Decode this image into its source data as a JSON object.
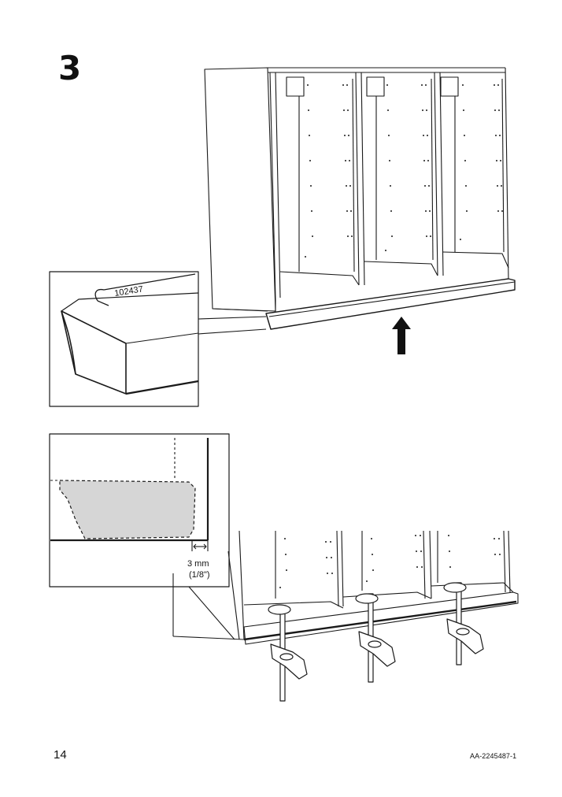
{
  "step": {
    "number": "3"
  },
  "detail_top": {
    "part_number": "102437"
  },
  "detail_bottom": {
    "gap_mm": "3 mm",
    "gap_in": "(1/8\")"
  },
  "footer": {
    "page_number": "14",
    "doc_id": "AA-2245487-1"
  },
  "icons": [
    "arrow-up-icon",
    "clamp-icon",
    "glue-tube-icon"
  ]
}
